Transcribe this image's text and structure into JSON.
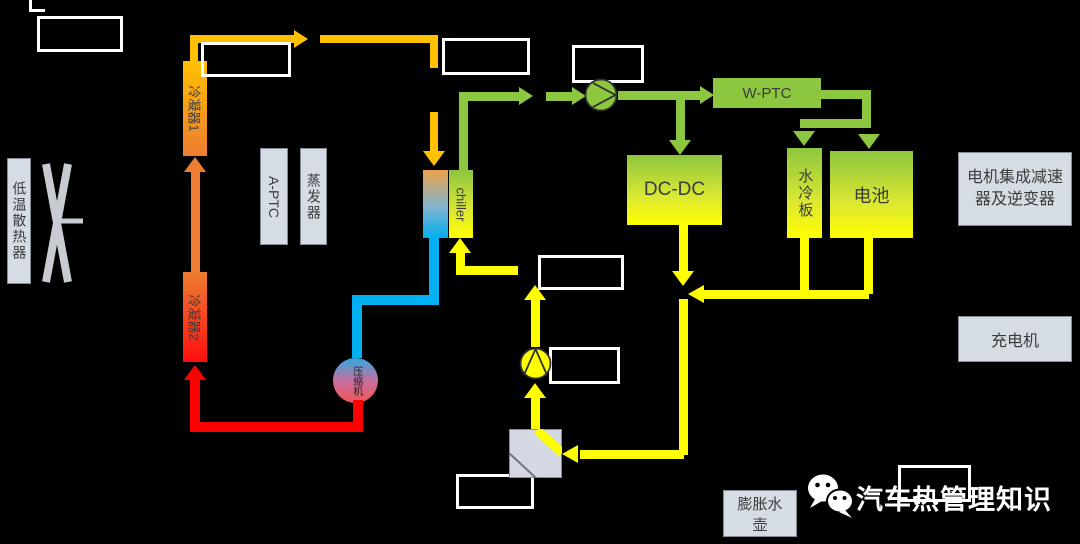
{
  "diagram": {
    "watermark": "汽车热管理知识",
    "nodes": {
      "radiator": "低温散热器",
      "condenser1": "冷凝器1",
      "condenser2": "冷凝器2",
      "a_ptc": "A-PTC",
      "evaporator": "蒸发器",
      "chiller": "chiller",
      "compressor": "压缩机",
      "w_ptc": "W-PTC",
      "dc_dc": "DC-DC",
      "water_cooling_plate": "水冷板",
      "battery": "电池",
      "motor_reducer_inverter": "电机集成减速器及逆变器",
      "charger": "充电机",
      "expansion_tank": "膨胀水壶"
    },
    "colors": {
      "background": "#000000",
      "pipe_gold": "#FFC000",
      "pipe_orange": "#ED7D31",
      "pipe_red": "#FF0000",
      "pipe_blue": "#00B0F0",
      "pipe_green": "#8DC63F",
      "pipe_yellow": "#FFFF00",
      "node_gray": "#D6DCE4",
      "gradient_top_green": "#8DC63F",
      "gradient_bottom_yellow": "#FFFF00"
    }
  }
}
